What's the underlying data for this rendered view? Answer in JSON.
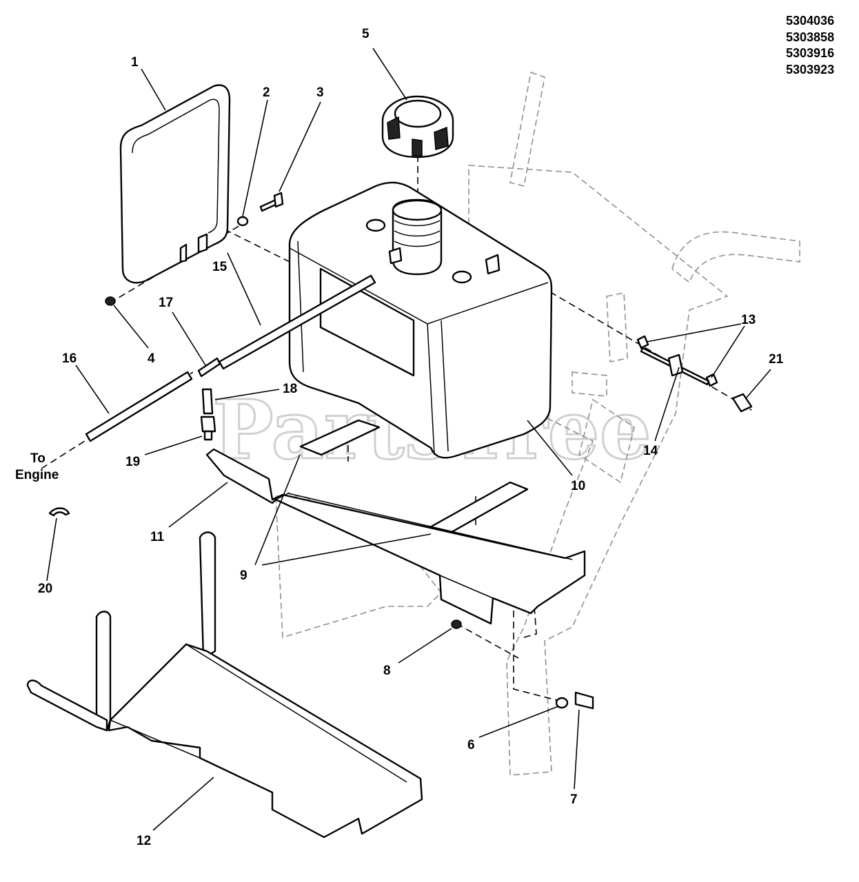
{
  "part_numbers": [
    "5304036",
    "5303858",
    "5303916",
    "5303923"
  ],
  "watermark": "PartsTree",
  "callouts": {
    "c1": "1",
    "c2": "2",
    "c3": "3",
    "c4": "4",
    "c5": "5",
    "c6": "6",
    "c7": "7",
    "c8": "8",
    "c9": "9",
    "c10": "10",
    "c11": "11",
    "c12": "12",
    "c13": "13",
    "c14": "14",
    "c15": "15",
    "c16": "16",
    "c17": "17",
    "c18": "18",
    "c19": "19",
    "c20": "20",
    "c21": "21"
  },
  "to_engine": {
    "line1": "To",
    "line2": "Engine"
  }
}
